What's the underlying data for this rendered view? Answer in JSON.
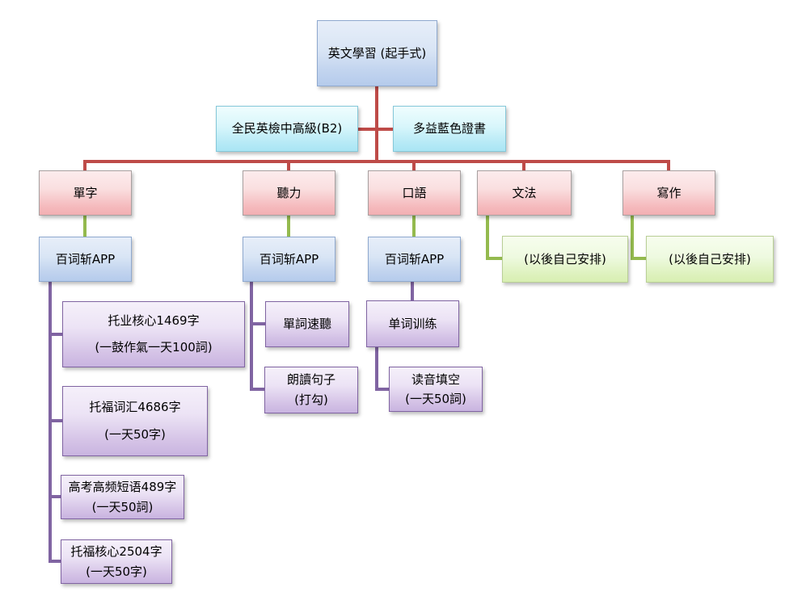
{
  "diagram": {
    "root": {
      "label": "英文學習 (起手式)"
    },
    "exam_goals": [
      {
        "label": "全民英檢中高級(B2)"
      },
      {
        "label": "多益藍色證書"
      }
    ],
    "branches": [
      {
        "label": "單字",
        "app": "百词斩APP",
        "tasks": [
          {
            "lines": [
              "托业核心1469字",
              "(一鼓作氣一天100詞)"
            ]
          },
          {
            "lines": [
              "托福词汇4686字",
              "(一天50字)"
            ]
          },
          {
            "lines": [
              "高考高频短语489字",
              "(一天50詞)"
            ]
          },
          {
            "lines": [
              "托福核心2504字",
              "(一天50字)"
            ]
          }
        ]
      },
      {
        "label": "聽力",
        "app": "百词斩APP",
        "tasks": [
          {
            "lines": [
              "單詞速聽"
            ]
          },
          {
            "lines": [
              "朗讀句子",
              "(打勾)"
            ]
          }
        ]
      },
      {
        "label": "口語",
        "app": "百词斩APP",
        "tasks": [
          {
            "lines": [
              "单词训练"
            ]
          },
          {
            "lines": [
              "读音填空",
              "(一天50詞)"
            ]
          }
        ]
      },
      {
        "label": "文法",
        "plan": "(以後自己安排)"
      },
      {
        "label": "寫作",
        "plan": "(以後自己安排)"
      }
    ]
  },
  "palette": {
    "root_fill": "#d9e5f5",
    "exam_fill": "#c6f0f9",
    "category_fill": "#f8cdd0",
    "app_fill": "#cfdef3",
    "plan_fill": "#e6f6cf",
    "task_fill": "#dccdeb",
    "connector_level1": "#be4b48",
    "connector_level2": "#94ba4e",
    "connector_level3": "#8064a2"
  }
}
